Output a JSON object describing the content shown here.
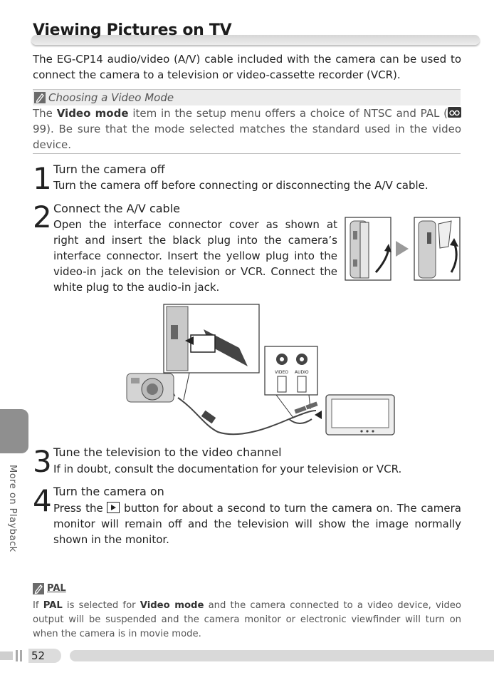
{
  "title": "Viewing Pictures on TV",
  "intro": "The EG-CP14 audio/video (A/V) cable included with the camera can be used to connect the camera to a television or video-cassette recorder (VCR).",
  "note": {
    "icon": "pencil-note-icon",
    "title": "Choosing a Video Mode",
    "text_before": "The ",
    "bold": "Video mode",
    "text_after": " item in the setup menu offers a choice of NTSC and PAL (",
    "ref_icon": "menu-reference-icon",
    "ref_page": "99",
    "text_end": ").  Be sure that the mode selected matches the standard used in the video device."
  },
  "steps": [
    {
      "number": "1",
      "title": "Turn the camera off",
      "text": "Turn the camera off before connecting or disconnecting the A/V cable."
    },
    {
      "number": "2",
      "title": "Connect the A/V cable",
      "text": "Open the interface connector cover as shown at right and insert the black plug into the camera’s interface connector.  Insert the yellow plug into the video-in jack on the television or VCR.  Connect the white plug to the audio-in jack."
    },
    {
      "number": "3",
      "title": "Tune the television to the video channel",
      "text": "If in doubt, consult the documentation for your television or VCR."
    },
    {
      "number": "4",
      "title": "Turn the camera on",
      "text_before": "Press the ",
      "button_icon": "playback-button-icon",
      "text_after": " button for about a second to turn the camera on.  The camera monitor will remain off and the television will show the image normally shown in the monitor."
    }
  ],
  "figure": {
    "video_label": "VIDEO",
    "audio_label": "AUDIO"
  },
  "pal_note": {
    "icon": "pencil-note-icon",
    "title": "PAL",
    "text_1": "If ",
    "bold_1": "PAL",
    "text_2": " is selected for ",
    "bold_2": "Video mode",
    "text_3": " and the camera connected to a video device, video output will be suspended and the camera monitor or electronic viewfinder will turn on when the camera is in movie mode."
  },
  "side_tab_label": "More on Playback",
  "page_number": "52"
}
